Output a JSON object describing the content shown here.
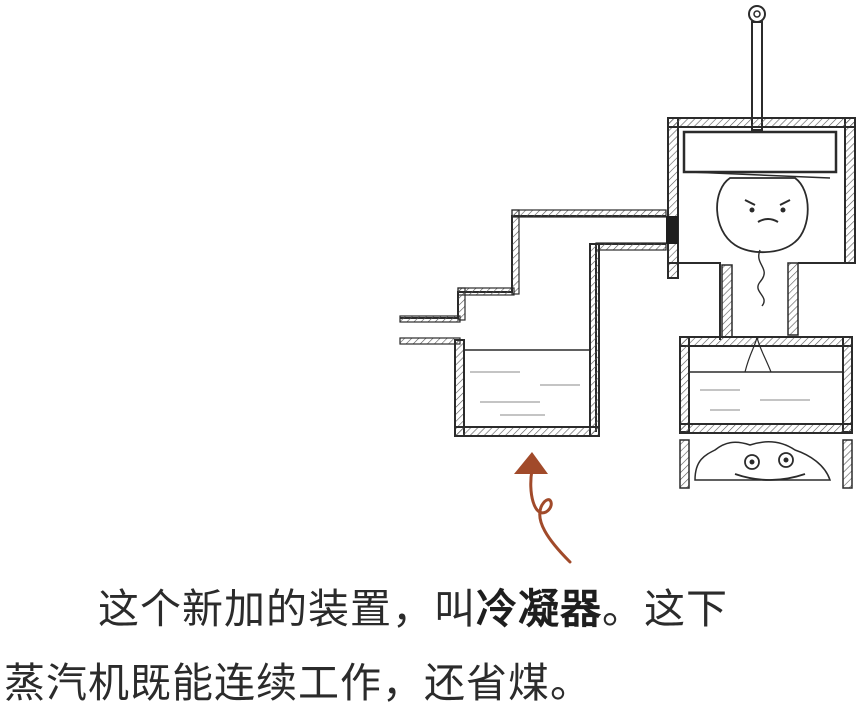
{
  "caption": {
    "line1_before": "这个新加的装置，叫",
    "line1_bold": "冷凝器",
    "line1_after": "。这下",
    "line2": "蒸汽机既能连续工作，还省煤。"
  },
  "colors": {
    "ink": "#2b2b2b",
    "arrow": "#a14a2a",
    "hatch": "#8a8a8a"
  }
}
